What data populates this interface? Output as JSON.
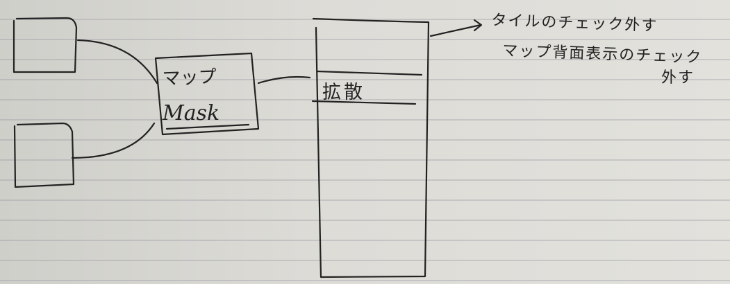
{
  "mask_box": {
    "line1": "マップ",
    "line2": "Mask"
  },
  "panel": {
    "item": "拡散"
  },
  "note": {
    "line1": "タイルのチェック外す",
    "line2": "マップ背面表示のチェック",
    "line3": "外す"
  }
}
